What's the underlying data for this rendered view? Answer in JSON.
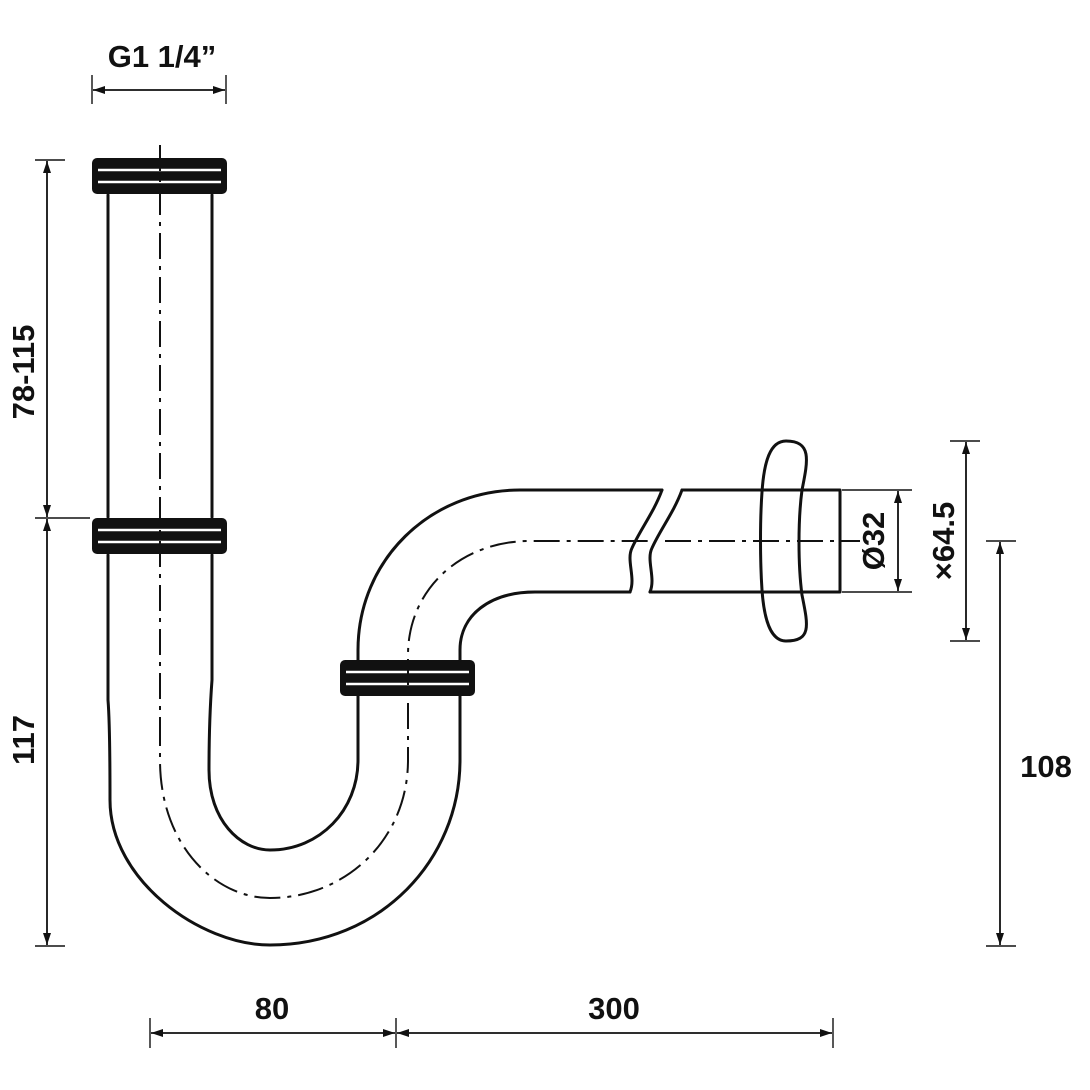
{
  "diagram": {
    "labels": {
      "thread": "G1 1/4”",
      "tailpiece_length": "78-115",
      "trap_depth": "117",
      "trap_width": "80",
      "outlet_length": "300",
      "outlet_diameter": "Ø32",
      "rosette_diameter": "×64.5",
      "outlet_height": "108"
    },
    "colors": {
      "line": "#111111",
      "background": "#ffffff"
    }
  }
}
